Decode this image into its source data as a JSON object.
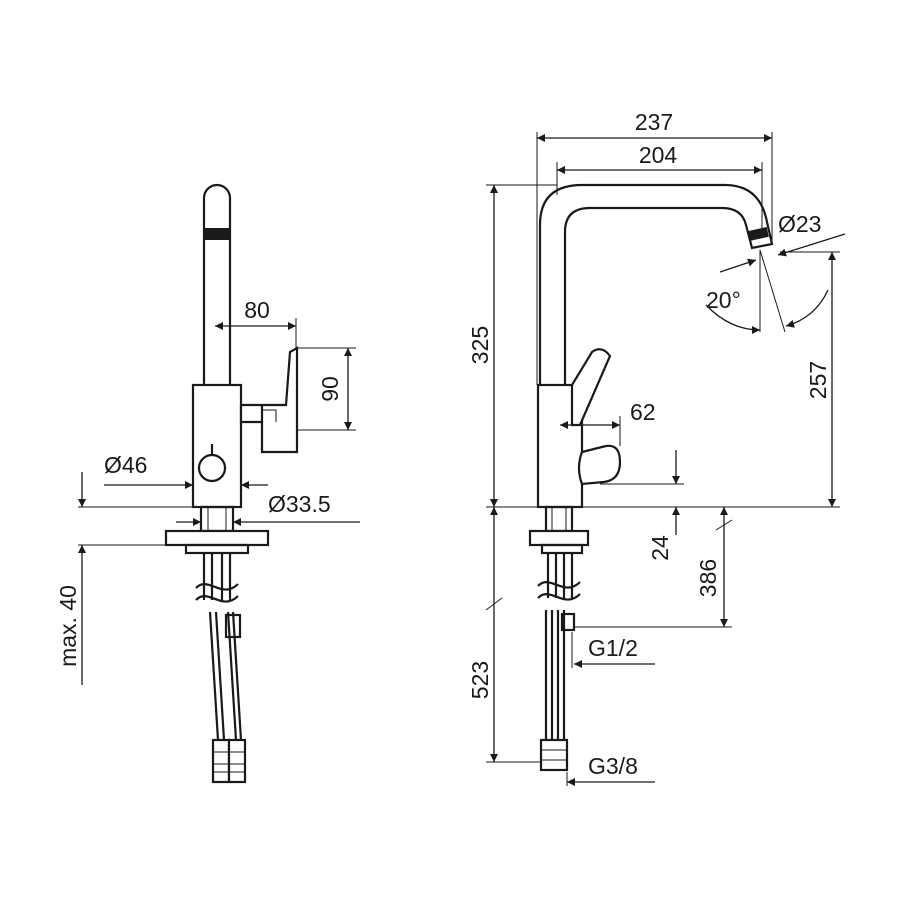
{
  "front_view": {
    "dim_handle_reach": "80",
    "dim_handle_height": "90",
    "dim_body_diameter": "Ø46",
    "dim_hose_diameter": "Ø33.5",
    "dim_max_counter": "max. 40"
  },
  "side_view": {
    "dim_spout_reach": "237",
    "dim_spout_inner": "204",
    "dim_aerator_diameter": "Ø23",
    "dim_spout_angle": "20°",
    "dim_total_height": "325",
    "dim_outlet_height": "257",
    "dim_handle_offset": "62",
    "dim_handle_base": "24",
    "dim_hose_connection": "386",
    "dim_hose_length": "523",
    "thread_upper": "G1/2",
    "thread_lower": "G3/8"
  }
}
